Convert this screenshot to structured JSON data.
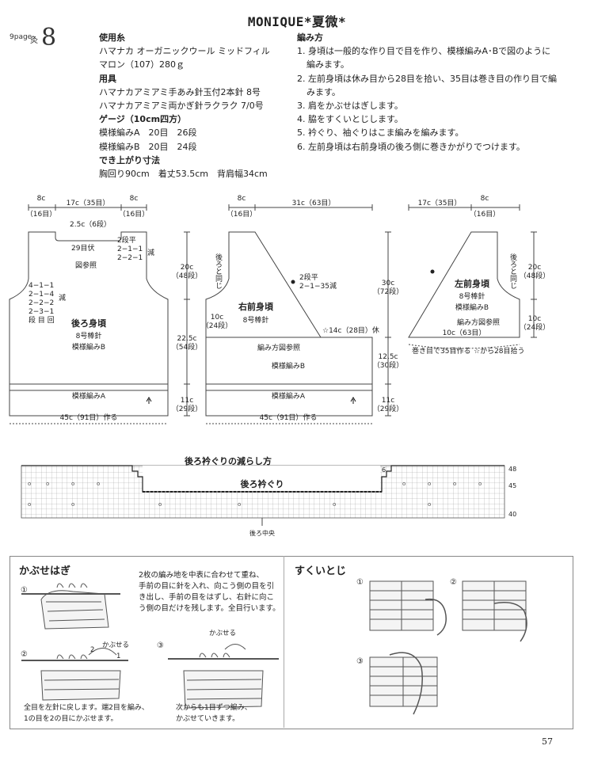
{
  "header": {
    "title": "MONIQUE*夏微*"
  },
  "page_ref": {
    "label": "9page",
    "num_prefix": "灸",
    "num": "8"
  },
  "materials": {
    "yarn_h": "使用糸",
    "yarn_1": "ハマナカ オーガニックウール ミッドフィル",
    "yarn_2": "マロン（107）280ｇ",
    "tools_h": "用具",
    "tools_1": "ハマナカアミアミ手あみ針玉付2本針 8号",
    "tools_2": "ハマナカアミアミ両かぎ針ラクラク 7/0号",
    "gauge_h": "ゲージ（10cm四方）",
    "gauge_1": "模様編みA　20目　26段",
    "gauge_2": "模様編みB　20目　24段",
    "size_h": "でき上がり寸法",
    "size_1": "胸回り90cm　着丈53.5cm　背肩幅34cm"
  },
  "method": {
    "h": "編み方",
    "s1a": "1. 身頃は一般的な作り目で目を作り、模様編みA･Bで図のように",
    "s1b": "編みます。",
    "s2a": "2. 左前身頃は休み目から28目を拾い、35目は巻き目の作り目で編",
    "s2b": "みます。",
    "s3": "3. 肩をかぶせはぎします。",
    "s4": "4. 脇をすくいとじします。",
    "s5": "5. 衿ぐり、袖ぐりはこま編みを編みます。",
    "s6": "6. 左前身頃は右前身頃の後ろ側に巻きかがりでつけます。"
  },
  "back": {
    "d1": "8c",
    "d1s": "（16目）",
    "d2": "17c（35目）",
    "d3": "8c",
    "d3s": "（16目）",
    "neck_d": "2.5c（6段）",
    "rest": "29目伏",
    "dec_r1": "2段平",
    "dec_r2": "2−1−1",
    "dec_r3": "2−2−1",
    "dec_word": "減",
    "see_chart": "図参照",
    "arm_1": "4−1−1",
    "arm_2": "2−1−4",
    "arm_3": "2−2−2",
    "arm_4": "2−3−1",
    "arm_5": "段 目 回",
    "arm_word": "減",
    "name": "後ろ身頃",
    "needle": "8号棒針",
    "pattern_b": "模様編みB",
    "pattern_a": "模様編みA",
    "h1": "20c",
    "h1s": "（48段）",
    "h2": "22.5c",
    "h2s": "（54段）",
    "h3": "11c",
    "h3s": "（29段）",
    "bottom": "45c（91目）作る"
  },
  "right_front": {
    "d1": "8c",
    "d1s": "（16目）",
    "d2": "31c（63目）",
    "same": "後ろと同じ",
    "dec_1": "2段平",
    "dec_2": "2−1−35減",
    "side1": "10c",
    "side1s": "（24段）",
    "name": "右前身頃",
    "needle": "8号棒針",
    "rest": "☆14c（28目）休",
    "note": "編み方図参照",
    "pattern_b": "模様編みB",
    "pattern_a": "模様編みA",
    "h1": "30c",
    "h1s": "（72段）",
    "h2": "12.5c",
    "h2s": "（30段）",
    "h3": "11c",
    "h3s": "（29段）",
    "bottom": "45c（91目）作る"
  },
  "left_front": {
    "d1": "17c（35目）",
    "d2": "8c",
    "d2s": "（16目）",
    "same": "後ろと同じ",
    "name": "左前身頃",
    "needle": "8号棒針",
    "pattern_b": "模様編みB",
    "note": "編み方図参照",
    "bottom": "10c（63目）",
    "h1": "20c",
    "h1s": "（48段）",
    "h2": "10c",
    "h2s": "（24段）",
    "foot_1": "巻き目で35目作る",
    "foot_2": "☆から28目拾う"
  },
  "neck_chart": {
    "title": "後ろ衿ぐりの減らし方",
    "label": "後ろ衿ぐり",
    "center": "後ろ中央",
    "r48": "48",
    "r45": "45",
    "r40": "40",
    "col6": "6"
  },
  "kabuse": {
    "title": "かぶせはぎ",
    "desc_1": "2枚の編み地を中表に合わせて重ね、",
    "desc_2": "手前の目に針を入れ、向こう側の目を引",
    "desc_3": "き出し、手前の目をはずし、右針に向こ",
    "desc_4": "う側の目だけを残します。全目行います。",
    "n1": "①",
    "n2": "②",
    "n3": "③",
    "lbl_kabuseru": "かぶせる",
    "lbl_2": "2",
    "lbl_1": "1",
    "cap_2a": "全目を左針に戻します。端2目を編み、",
    "cap_2b": "1の目を2の目にかぶせます。",
    "cap_3a": "次からも1目ずつ編み、",
    "cap_3b": "かぶせていきます。"
  },
  "sukui": {
    "title": "すくいとじ",
    "n1": "①",
    "n2": "②",
    "n3": "③"
  },
  "page_number": "57"
}
